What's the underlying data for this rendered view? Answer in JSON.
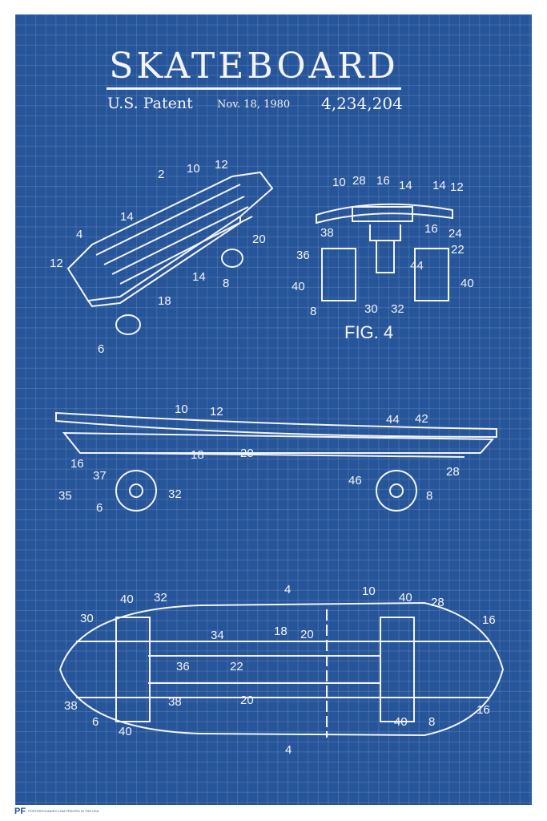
{
  "poster": {
    "title": "SKATEBOARD",
    "patent_label": "U.S. Patent",
    "date": "Nov. 18, 1980",
    "patent_number": "4,234,204",
    "figure_label": "FIG. 4"
  },
  "figure_refs": {
    "perspective": [
      "2",
      "10",
      "12",
      "14",
      "4",
      "12",
      "20",
      "14",
      "8",
      "18",
      "6"
    ],
    "section": [
      "10",
      "28",
      "16",
      "14",
      "14",
      "12",
      "38",
      "16",
      "24",
      "36",
      "22",
      "44",
      "40",
      "40",
      "8",
      "30",
      "32"
    ],
    "side": [
      "10",
      "12",
      "44",
      "42",
      "16",
      "37",
      "18",
      "20",
      "46",
      "28",
      "35",
      "6",
      "32",
      "8"
    ],
    "bottom": [
      "4",
      "10",
      "40",
      "32",
      "40",
      "28",
      "30",
      "34",
      "18",
      "20",
      "16",
      "36",
      "22",
      "38",
      "38",
      "20",
      "6",
      "40",
      "40",
      "8",
      "16",
      "4"
    ]
  },
  "logo": {
    "mark": "PF",
    "text": "POSTERFOUNDRY.COM PRINTED IN THE USA"
  },
  "colors": {
    "blueprint": "#27559a",
    "line": "#f3f4f7"
  }
}
